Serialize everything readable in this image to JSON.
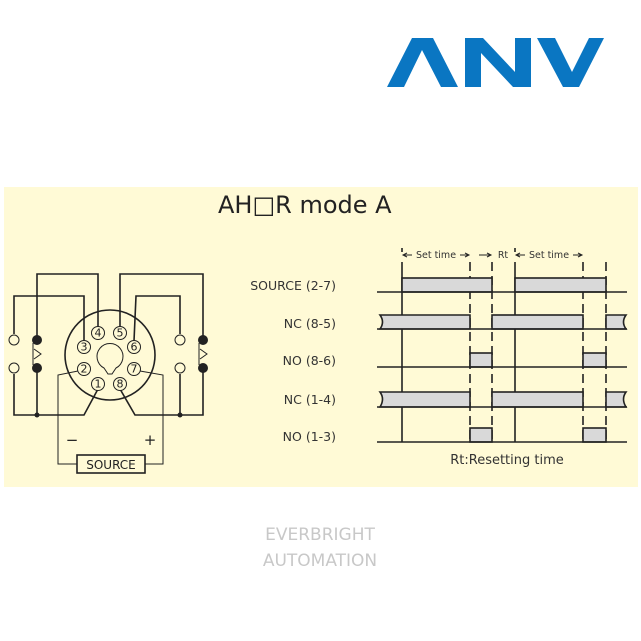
{
  "logo": {
    "text": "ANV",
    "color": "#0a76c2"
  },
  "panel": {
    "title": "AH□R mode A",
    "background": "#fffad6"
  },
  "wiring": {
    "pins": [
      "1",
      "2",
      "3",
      "4",
      "5",
      "6",
      "7",
      "8"
    ],
    "minus": "−",
    "plus": "+",
    "source_label": "SOURCE"
  },
  "timing": {
    "header": {
      "set_time_1": "Set time",
      "rt": "Rt",
      "set_time_2": "Set time"
    },
    "rows": [
      {
        "label": "SOURCE  (2-7)"
      },
      {
        "label": "NC  (8-5)"
      },
      {
        "label": "NO  (8-6)"
      },
      {
        "label": "NC  (1-4)"
      },
      {
        "label": "NO  (1-3)"
      }
    ],
    "footnote": "Rt:Resetting time"
  },
  "watermark": {
    "line1": "EVERBRIGHT",
    "line2": "AUTOMATION"
  }
}
